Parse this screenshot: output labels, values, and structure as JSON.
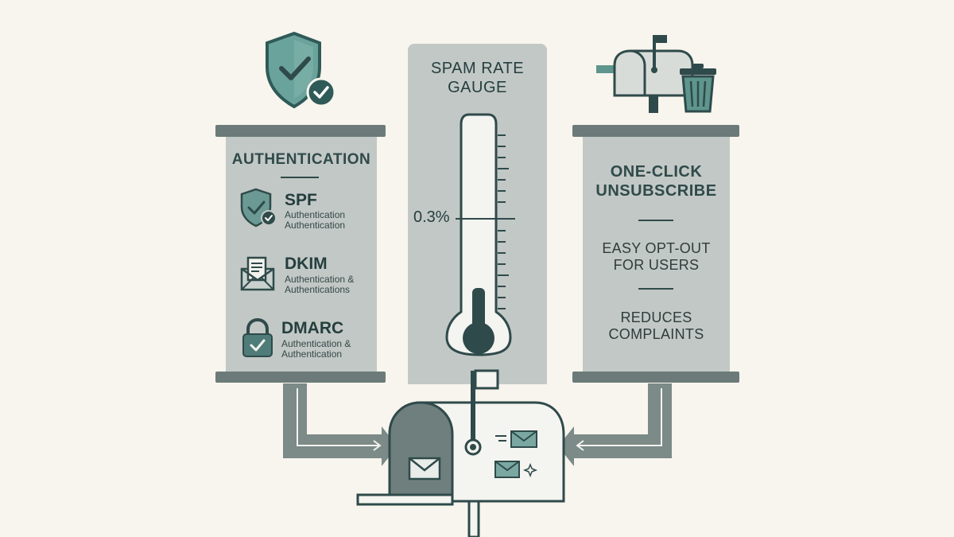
{
  "left_panel": {
    "title": "AUTHENTICATION",
    "items": [
      {
        "name": "SPF",
        "desc_line1": "Authentication",
        "desc_line2": "Authentication",
        "icon": "shield-check-icon"
      },
      {
        "name": "DKIM",
        "desc_line1": "Authentication &",
        "desc_line2": "Authentications",
        "icon": "envelope-document-icon"
      },
      {
        "name": "DMARC",
        "desc_line1": "Authentication &",
        "desc_line2": "Authentication",
        "icon": "padlock-check-icon"
      }
    ]
  },
  "center_panel": {
    "title_line1": "SPAM RATE",
    "title_line2": "GAUGE",
    "gauge_label": "0.3%",
    "gauge_value_percent": 0.3
  },
  "right_panel": {
    "title_line1": "ONE-CLICK",
    "title_line2": "UNSUBSCRIBE",
    "text1_line1": "EASY OPT-OUT",
    "text1_line2": "FOR USERS",
    "text2_line1": "REDUCES",
    "text2_line2": "COMPLAINTS"
  },
  "colors": {
    "background": "#f8f5ee",
    "panel": "#c2c8c5",
    "bar": "#6c7b79",
    "dark_teal": "#2f4a4a",
    "accent_teal": "#5e958d"
  }
}
